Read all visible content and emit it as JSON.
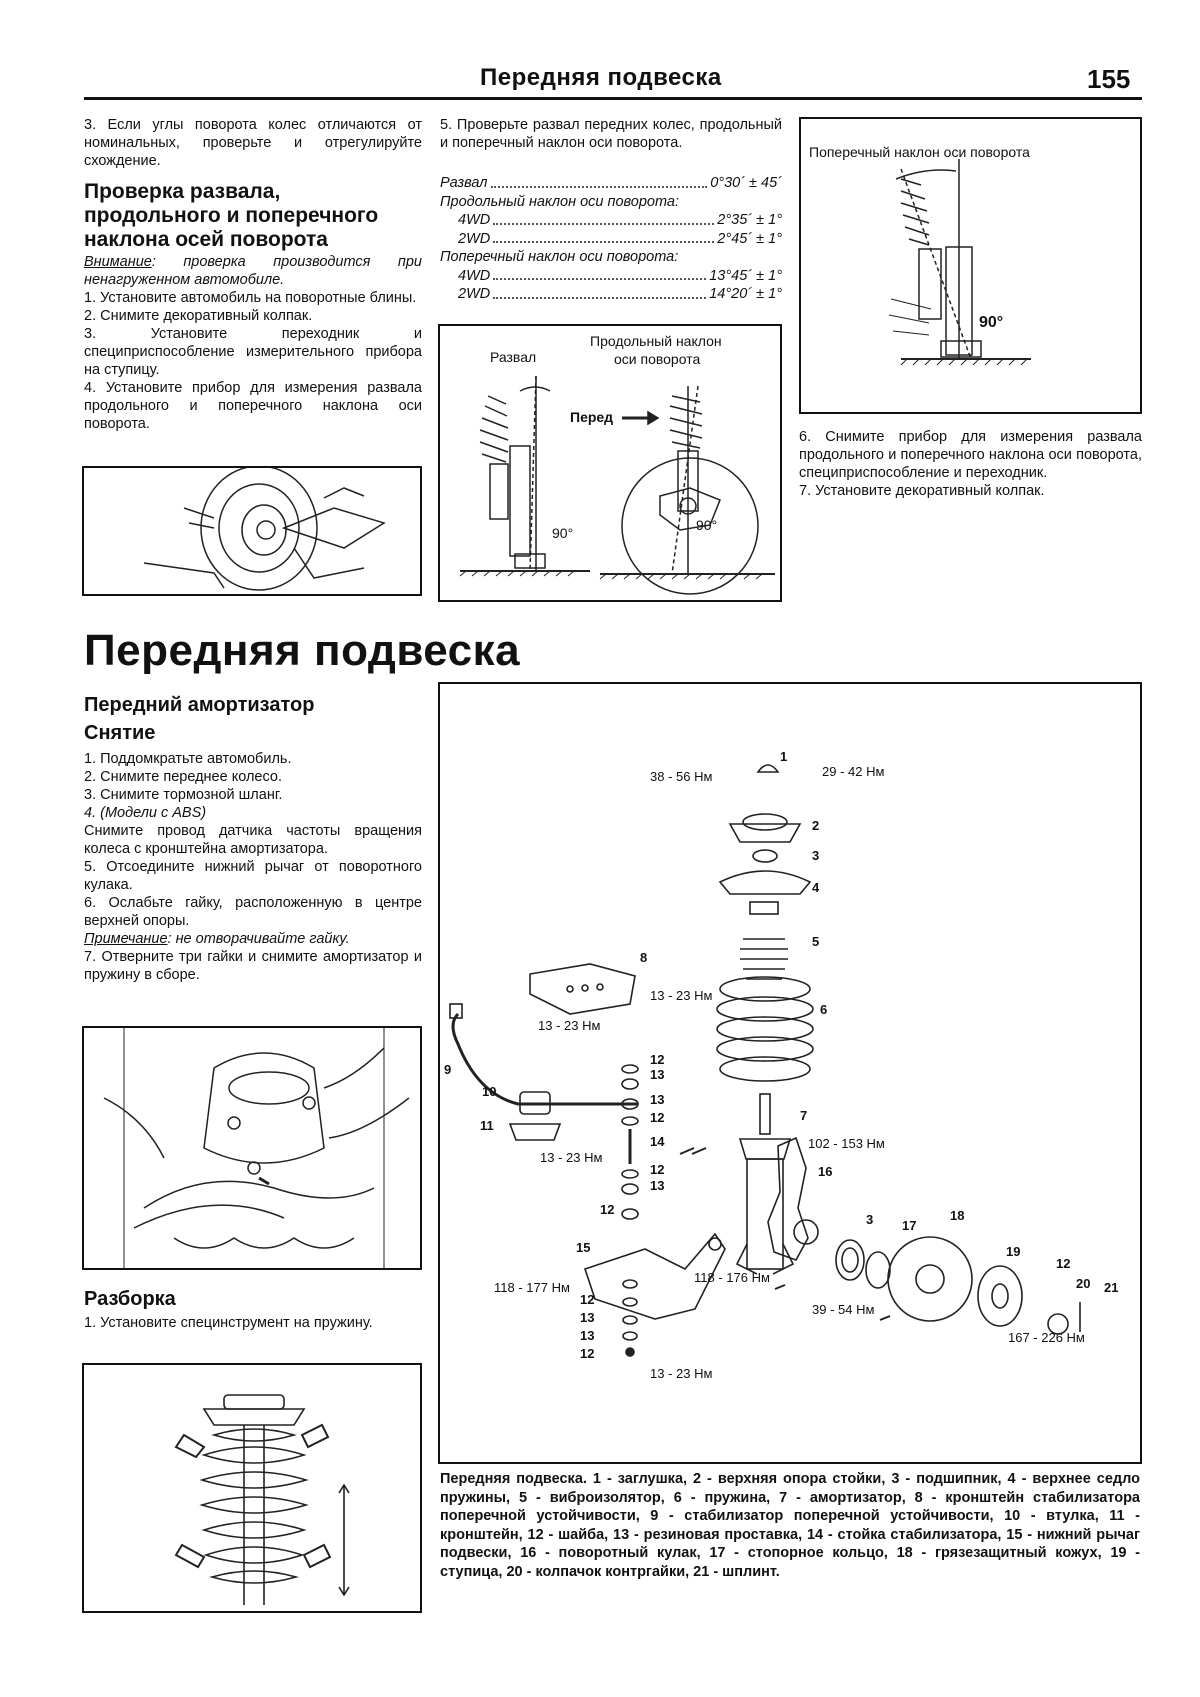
{
  "header": {
    "section_title": "Передняя подвеска",
    "page_number": "155"
  },
  "col1": {
    "intro": "3. Если углы поворота колес отличаются от номинальных, проверьте и отрегулируйте схождение.",
    "heading": "Проверка развала, продольного и поперечного наклона осей поворота",
    "note_label": "Внимание",
    "note_text": ": проверка производится при ненагруженном автомобиле.",
    "steps": [
      "1. Установите автомобиль на поворотные блины.",
      "2. Снимите декоративный колпак.",
      "3. Установите переходник и специприспособление измерительного прибора на ступицу.",
      "4. Установите прибор для измерения развала продольного и поперечного наклона оси поворота."
    ]
  },
  "col2": {
    "intro": "5. Проверьте развал передних колес, продольный и поперечный наклон оси поворота.",
    "specs": [
      {
        "label": "Развал",
        "value": "0°30´ ± 45´",
        "indent": false
      },
      {
        "label": "Продольный наклон оси поворота:",
        "value": "",
        "indent": false
      },
      {
        "label": "4WD",
        "value": "2°35´ ± 1°",
        "indent": true
      },
      {
        "label": "2WD",
        "value": "2°45´ ± 1°",
        "indent": true
      },
      {
        "label": "Поперечный наклон оси поворота:",
        "value": "",
        "indent": false
      },
      {
        "label": "4WD",
        "value": "13°45´ ± 1°",
        "indent": true
      },
      {
        "label": "2WD",
        "value": "14°20´ ± 1°",
        "indent": true
      }
    ],
    "fig_labels": {
      "camber": "Развал",
      "caster_line1": "Продольный наклон",
      "caster_line2": "оси поворота",
      "forward": "Перед",
      "angle_a": "90°",
      "angle_b": "90°"
    }
  },
  "col3": {
    "fig_label": "Поперечный наклон оси поворота",
    "fig_angle": "90°",
    "steps": [
      "6. Снимите прибор для измерения развала продольного и поперечного наклона оси поворота, специприспособление и переходник.",
      "7. Установите декоративный колпак."
    ]
  },
  "section2": {
    "title": "Передняя подвеска",
    "subtitle": "Передний амортизатор",
    "removal_title": "Снятие",
    "removal_steps": [
      {
        "text": "1. Поддомкратьте автомобиль.",
        "style": "normal"
      },
      {
        "text": "2. Снимите переднее колесо.",
        "style": "normal"
      },
      {
        "text": "3. Снимите тормозной шланг.",
        "style": "normal"
      },
      {
        "text": "4. (Модели с ABS)",
        "style": "italic"
      },
      {
        "text": "Снимите провод датчика частоты вращения колеса с кронштейна амортизатора.",
        "style": "normal"
      },
      {
        "text": "5. Отсоедините нижний рычаг от поворотного кулака.",
        "style": "normal"
      },
      {
        "text": "6. Ослабьте гайку, расположенную в центре верхней опоры.",
        "style": "normal"
      }
    ],
    "remark_label": "Примечание",
    "remark_text": ": не отворачивайте гайку.",
    "step7": "7. Отверните три гайки и снимите амортизатор и пружину в сборе.",
    "disassembly_title": "Разборка",
    "disassembly_step": "1. Установите специнструмент на пружину."
  },
  "diagram": {
    "callouts": {
      "n1": "1",
      "n2": "2",
      "n3": "3",
      "n4": "4",
      "n5": "5",
      "n6": "6",
      "n7": "7",
      "n8": "8",
      "n9": "9",
      "n10": "10",
      "n11": "11",
      "n12": "12",
      "n13": "13",
      "n14": "14",
      "n15": "15",
      "n16": "16",
      "n17": "17",
      "n18": "18",
      "n19": "19",
      "n20": "20",
      "n21": "21"
    },
    "torques": {
      "t1": "38 - 56 Нм",
      "t2": "29 - 42 Нм",
      "t3": "13 - 23 Нм",
      "t4": "13 - 23 Нм",
      "t5": "13 - 23 Нм",
      "t6": "102 - 153 Нм",
      "t7": "118 - 176 Нм",
      "t8": "118 - 177 Нм",
      "t9": "39 - 54 Нм",
      "t10": "167 - 226 Нм",
      "t11": "13 - 23 Нм"
    },
    "caption": "Передняя подвеска. 1 - заглушка, 2 - верхняя опора стойки, 3 - подшипник, 4 - верхнее седло пружины, 5 - виброизолятор, 6 - пружина, 7 - амортизатор, 8 - кронштейн стабилизатора поперечной устойчивости, 9 - стабилизатор поперечной устойчивости, 10 - втулка, 11 - кронштейн, 12 - шайба, 13 - резиновая проставка, 14 - стойка стабилизатора, 15 - нижний рычаг подвески, 16 - поворотный кулак, 17 - стопорное кольцо, 18 - грязезащитный кожух, 19 - ступица, 20 - колпачок контргайки, 21 - шплинт."
  }
}
